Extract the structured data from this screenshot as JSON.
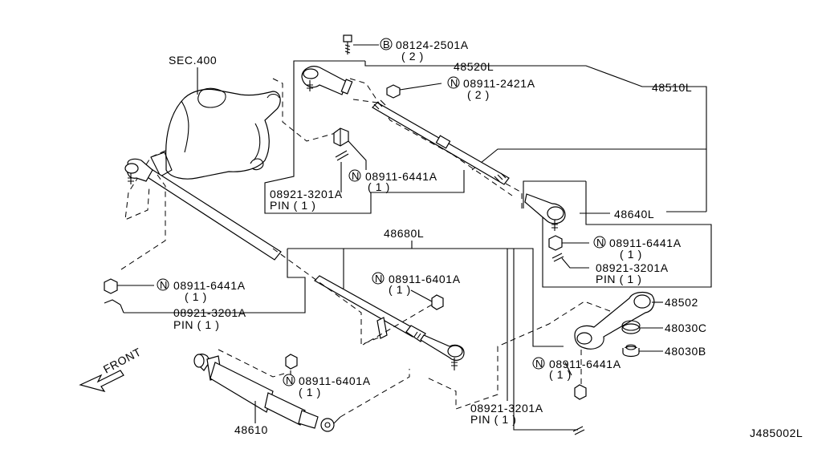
{
  "labels": {
    "sec400": "SEC.400",
    "bolt_std": "08124-2501A",
    "bolt_qty": "( 2 )",
    "p48520L": "48520L",
    "p48510L": "48510L",
    "nut2421_std": "08911-2421A",
    "nut2421_qty": "( 2 )",
    "nut6441_a_std": "08911-6441A",
    "nut6441_a_qty": "( 1 )",
    "pin_a_std": "08921-3201A",
    "pin_a_qty": "PIN ( 1 )",
    "p48640L": "48640L",
    "nut6441_b_std": "08911-6441A",
    "nut6441_b_qty": "( 1 )",
    "pin_b_std": "08921-3201A",
    "pin_b_qty": "PIN ( 1 )",
    "p48680L": "48680L",
    "nut6441_c_std": "08911-6441A",
    "nut6441_c_qty": "( 1 )",
    "pin_c_std": "08921-3201A",
    "pin_c_qty": "PIN ( 1 )",
    "nut6401_a_std": "08911-6401A",
    "nut6401_a_qty": "( 1 )",
    "p48502": "48502",
    "p48030C": "48030C",
    "p48030B": "48030B",
    "nut6441_d_std": "08911-6441A",
    "nut6441_d_qty": "( 1 )",
    "nut6401_b_std": "08911-6401A",
    "nut6401_b_qty": "( 1 )",
    "pin_d_std": "08921-3201A",
    "pin_d_qty": "PIN ( 1 )",
    "p48610": "48610",
    "front": "FRONT",
    "diagram_id": "J485002L"
  },
  "symbols": {
    "b": "B",
    "n": "N"
  }
}
